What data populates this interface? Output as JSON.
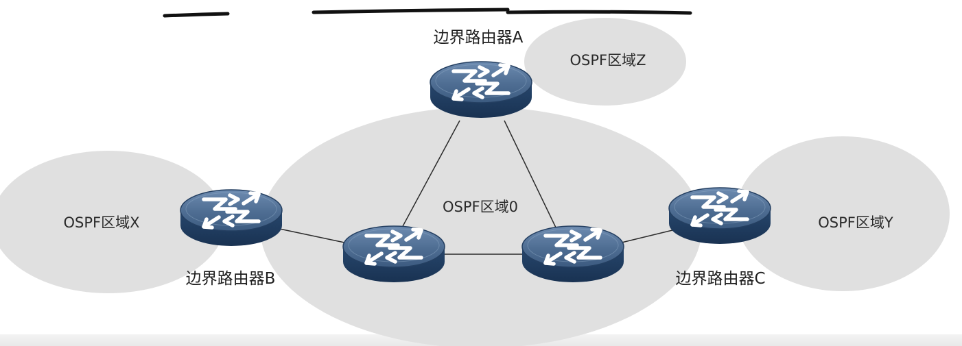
{
  "areas": {
    "backbone": "OSPF区域0",
    "x": "OSPF区域X",
    "y": "OSPF区域Y",
    "z": "OSPF区域Z"
  },
  "routers": {
    "a": "边界路由器A",
    "b": "边界路由器B",
    "c": "边界路由器C"
  },
  "colors": {
    "area_fill": "#e0e0e0",
    "router_top": "#4f6f93",
    "router_side": "#2c4d74",
    "link": "#2b2b2b"
  }
}
